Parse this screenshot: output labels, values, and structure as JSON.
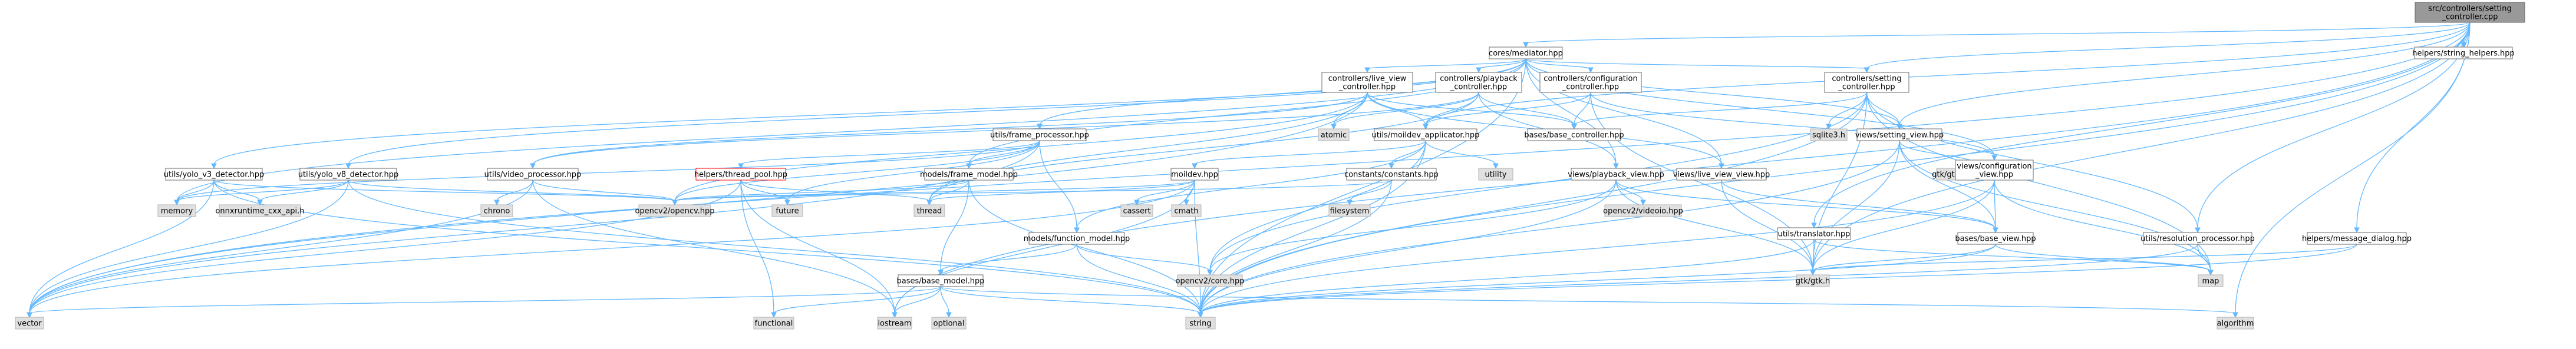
{
  "diagram": {
    "kind": "include dependency graph",
    "colors": {
      "edge": "#63b8ff",
      "root_fill": "#999999",
      "system_fill": "#e0e0e0",
      "file_fill": "#ffffff",
      "warn_border": "#ff0000"
    },
    "nodes": [
      {
        "id": "root",
        "lines": [
          "src/controllers/setting",
          "_controller.cpp"
        ],
        "kind": "root"
      },
      {
        "id": "cores_mediator",
        "lines": [
          "cores/mediator.hpp"
        ],
        "kind": "file"
      },
      {
        "id": "helpers_string",
        "lines": [
          "helpers/string_helpers.hpp"
        ],
        "kind": "file"
      },
      {
        "id": "ctrl_live",
        "lines": [
          "controllers/live_view",
          "_controller.hpp"
        ],
        "kind": "file"
      },
      {
        "id": "ctrl_playback",
        "lines": [
          "controllers/playback",
          "_controller.hpp"
        ],
        "kind": "file"
      },
      {
        "id": "ctrl_config",
        "lines": [
          "controllers/configuration",
          "_controller.hpp"
        ],
        "kind": "file"
      },
      {
        "id": "ctrl_setting",
        "lines": [
          "controllers/setting",
          "_controller.hpp"
        ],
        "kind": "file"
      },
      {
        "id": "utils_frame_proc",
        "lines": [
          "utils/frame_processor.hpp"
        ],
        "kind": "file"
      },
      {
        "id": "atomic",
        "lines": [
          "atomic"
        ],
        "kind": "sys"
      },
      {
        "id": "bases_base_ctrl",
        "lines": [
          "bases/base_controller.hpp"
        ],
        "kind": "file"
      },
      {
        "id": "utils_app",
        "lines": [
          "utils/moildev_applicator.hpp"
        ],
        "kind": "file"
      },
      {
        "id": "sqlite3",
        "lines": [
          "sqlite3.h"
        ],
        "kind": "sys"
      },
      {
        "id": "views_setting",
        "lines": [
          "views/setting_view.hpp"
        ],
        "kind": "file"
      },
      {
        "id": "utils_yolo3",
        "lines": [
          "utils/yolo_v3_detector.hpp"
        ],
        "kind": "file"
      },
      {
        "id": "utils_yolo8",
        "lines": [
          "utils/yolo_v8_detector.hpp"
        ],
        "kind": "file"
      },
      {
        "id": "utils_video",
        "lines": [
          "utils/video_processor.hpp"
        ],
        "kind": "file"
      },
      {
        "id": "helpers_thread",
        "lines": [
          "helpers/thread_pool.hpp"
        ],
        "kind": "warn"
      },
      {
        "id": "models_frame",
        "lines": [
          "models/frame_model.hpp"
        ],
        "kind": "file"
      },
      {
        "id": "moildev",
        "lines": [
          "moildev.hpp"
        ],
        "kind": "file"
      },
      {
        "id": "constants",
        "lines": [
          "constants/constants.hpp"
        ],
        "kind": "file"
      },
      {
        "id": "utility",
        "lines": [
          "utility"
        ],
        "kind": "sys"
      },
      {
        "id": "views_playback",
        "lines": [
          "views/playback_view.hpp"
        ],
        "kind": "file"
      },
      {
        "id": "views_live",
        "lines": [
          "views/live_view_view.hpp"
        ],
        "kind": "file"
      },
      {
        "id": "gtk_combo",
        "lines": [
          "gtk/gtkcomboboxtext.h"
        ],
        "kind": "sys"
      },
      {
        "id": "views_config",
        "lines": [
          "views/configuration",
          "_view.hpp"
        ],
        "kind": "file"
      },
      {
        "id": "memory",
        "lines": [
          "memory"
        ],
        "kind": "sys"
      },
      {
        "id": "onnx",
        "lines": [
          "onnxruntime_cxx_api.h"
        ],
        "kind": "sys"
      },
      {
        "id": "chrono",
        "lines": [
          "chrono"
        ],
        "kind": "sys"
      },
      {
        "id": "opencv",
        "lines": [
          "opencv2/opencv.hpp"
        ],
        "kind": "sys"
      },
      {
        "id": "future",
        "lines": [
          "future"
        ],
        "kind": "sys"
      },
      {
        "id": "thread",
        "lines": [
          "thread"
        ],
        "kind": "sys"
      },
      {
        "id": "cassert",
        "lines": [
          "cassert"
        ],
        "kind": "sys"
      },
      {
        "id": "cmath",
        "lines": [
          "cmath"
        ],
        "kind": "sys"
      },
      {
        "id": "filesystem",
        "lines": [
          "filesystem"
        ],
        "kind": "sys"
      },
      {
        "id": "opencv_videoio",
        "lines": [
          "opencv2/videoio.hpp"
        ],
        "kind": "sys"
      },
      {
        "id": "models_function",
        "lines": [
          "models/function_model.hpp"
        ],
        "kind": "file"
      },
      {
        "id": "utils_translator",
        "lines": [
          "utils/translator.hpp"
        ],
        "kind": "file"
      },
      {
        "id": "bases_base_view",
        "lines": [
          "bases/base_view.hpp"
        ],
        "kind": "file"
      },
      {
        "id": "utils_resolution",
        "lines": [
          "utils/resolution_processor.hpp"
        ],
        "kind": "file"
      },
      {
        "id": "helpers_msg",
        "lines": [
          "helpers/message_dialog.hpp"
        ],
        "kind": "file"
      },
      {
        "id": "bases_base_model",
        "lines": [
          "bases/base_model.hpp"
        ],
        "kind": "file"
      },
      {
        "id": "opencv_core",
        "lines": [
          "opencv2/core.hpp"
        ],
        "kind": "sys"
      },
      {
        "id": "gtk",
        "lines": [
          "gtk/gtk.h"
        ],
        "kind": "sys"
      },
      {
        "id": "map",
        "lines": [
          "map"
        ],
        "kind": "sys"
      },
      {
        "id": "vector",
        "lines": [
          "vector"
        ],
        "kind": "sys"
      },
      {
        "id": "functional",
        "lines": [
          "functional"
        ],
        "kind": "sys"
      },
      {
        "id": "iostream",
        "lines": [
          "iostream"
        ],
        "kind": "sys"
      },
      {
        "id": "optional",
        "lines": [
          "optional"
        ],
        "kind": "sys"
      },
      {
        "id": "string",
        "lines": [
          "string"
        ],
        "kind": "sys"
      },
      {
        "id": "algorithm",
        "lines": [
          "algorithm"
        ],
        "kind": "sys"
      }
    ],
    "edges": [
      [
        "root",
        "cores_mediator"
      ],
      [
        "root",
        "helpers_string"
      ],
      [
        "root",
        "ctrl_setting"
      ],
      [
        "root",
        "views_setting"
      ],
      [
        "root",
        "utils_translator"
      ],
      [
        "root",
        "helpers_msg"
      ],
      [
        "root",
        "utils_resolution"
      ],
      [
        "root",
        "gtk"
      ],
      [
        "root",
        "string"
      ],
      [
        "root",
        "vector"
      ],
      [
        "root",
        "iostream"
      ],
      [
        "root",
        "algorithm"
      ],
      [
        "root",
        "utils_app"
      ],
      [
        "cores_mediator",
        "ctrl_live"
      ],
      [
        "cores_mediator",
        "ctrl_playback"
      ],
      [
        "cores_mediator",
        "ctrl_config"
      ],
      [
        "cores_mediator",
        "ctrl_setting"
      ],
      [
        "cores_mediator",
        "utils_frame_proc"
      ],
      [
        "cores_mediator",
        "utils_yolo3"
      ],
      [
        "cores_mediator",
        "utils_yolo8"
      ],
      [
        "cores_mediator",
        "views_live"
      ],
      [
        "cores_mediator",
        "views_playback"
      ],
      [
        "cores_mediator",
        "views_setting"
      ],
      [
        "cores_mediator",
        "views_config"
      ],
      [
        "cores_mediator",
        "models_frame"
      ],
      [
        "cores_mediator",
        "memory"
      ],
      [
        "cores_mediator",
        "string"
      ],
      [
        "ctrl_live",
        "atomic"
      ],
      [
        "ctrl_live",
        "bases_base_ctrl"
      ],
      [
        "ctrl_live",
        "utils_app"
      ],
      [
        "ctrl_live",
        "views_live"
      ],
      [
        "ctrl_live",
        "utils_video"
      ],
      [
        "ctrl_live",
        "thread"
      ],
      [
        "ctrl_live",
        "opencv"
      ],
      [
        "ctrl_live",
        "vector"
      ],
      [
        "ctrl_playback",
        "atomic"
      ],
      [
        "ctrl_playback",
        "bases_base_ctrl"
      ],
      [
        "ctrl_playback",
        "utils_app"
      ],
      [
        "ctrl_playback",
        "views_playback"
      ],
      [
        "ctrl_playback",
        "utils_video"
      ],
      [
        "ctrl_playback",
        "thread"
      ],
      [
        "ctrl_config",
        "bases_base_ctrl"
      ],
      [
        "ctrl_config",
        "utils_app"
      ],
      [
        "ctrl_config",
        "views_config"
      ],
      [
        "ctrl_config",
        "gtk"
      ],
      [
        "ctrl_setting",
        "bases_base_ctrl"
      ],
      [
        "ctrl_setting",
        "sqlite3"
      ],
      [
        "ctrl_setting",
        "views_setting"
      ],
      [
        "ctrl_setting",
        "utils_resolution"
      ],
      [
        "ctrl_setting",
        "gtk"
      ],
      [
        "ctrl_setting",
        "map"
      ],
      [
        "ctrl_setting",
        "string"
      ],
      [
        "ctrl_setting",
        "opencv_core"
      ],
      [
        "utils_frame_proc",
        "helpers_thread"
      ],
      [
        "utils_frame_proc",
        "models_frame"
      ],
      [
        "utils_frame_proc",
        "models_function"
      ],
      [
        "utils_frame_proc",
        "opencv"
      ],
      [
        "utils_frame_proc",
        "future"
      ],
      [
        "utils_frame_proc",
        "vector"
      ],
      [
        "utils_frame_proc",
        "memory"
      ],
      [
        "utils_app",
        "moildev"
      ],
      [
        "utils_app",
        "constants"
      ],
      [
        "utils_app",
        "utility"
      ],
      [
        "utils_app",
        "opencv_core"
      ],
      [
        "utils_app",
        "models_function"
      ],
      [
        "utils_app",
        "string"
      ],
      [
        "views_setting",
        "gtk_combo"
      ],
      [
        "views_setting",
        "bases_base_view"
      ],
      [
        "views_setting",
        "gtk"
      ],
      [
        "views_setting",
        "map"
      ],
      [
        "views_setting",
        "string"
      ],
      [
        "utils_yolo3",
        "memory"
      ],
      [
        "utils_yolo3",
        "opencv"
      ],
      [
        "utils_yolo3",
        "onnx"
      ],
      [
        "utils_yolo3",
        "vector"
      ],
      [
        "utils_yolo3",
        "string"
      ],
      [
        "utils_yolo8",
        "memory"
      ],
      [
        "utils_yolo8",
        "opencv"
      ],
      [
        "utils_yolo8",
        "onnx"
      ],
      [
        "utils_yolo8",
        "vector"
      ],
      [
        "utils_yolo8",
        "string"
      ],
      [
        "utils_video",
        "chrono"
      ],
      [
        "utils_video",
        "opencv"
      ],
      [
        "utils_video",
        "vector"
      ],
      [
        "utils_video",
        "iostream"
      ],
      [
        "helpers_thread",
        "future"
      ],
      [
        "helpers_thread",
        "thread"
      ],
      [
        "helpers_thread",
        "functional"
      ],
      [
        "helpers_thread",
        "vector"
      ],
      [
        "helpers_thread",
        "iostream"
      ],
      [
        "models_frame",
        "bases_base_model"
      ],
      [
        "models_frame",
        "opencv"
      ],
      [
        "models_frame",
        "thread"
      ],
      [
        "models_frame",
        "string"
      ],
      [
        "moildev",
        "cassert"
      ],
      [
        "moildev",
        "cmath"
      ],
      [
        "moildev",
        "thread"
      ],
      [
        "moildev",
        "string"
      ],
      [
        "moildev",
        "vector"
      ],
      [
        "moildev",
        "iostream"
      ],
      [
        "moildev",
        "opencv"
      ],
      [
        "constants",
        "filesystem"
      ],
      [
        "constants",
        "string"
      ],
      [
        "constants",
        "opencv"
      ],
      [
        "views_playback",
        "opencv_videoio"
      ],
      [
        "views_playback",
        "bases_base_view"
      ],
      [
        "views_playback",
        "gtk"
      ],
      [
        "views_playback",
        "opencv_core"
      ],
      [
        "views_playback",
        "string"
      ],
      [
        "views_live",
        "bases_base_view"
      ],
      [
        "views_live",
        "gtk"
      ],
      [
        "views_config",
        "bases_base_view"
      ],
      [
        "views_config",
        "gtk"
      ],
      [
        "views_config",
        "map"
      ],
      [
        "views_config",
        "string"
      ],
      [
        "models_function",
        "bases_base_model"
      ],
      [
        "models_function",
        "opencv_core"
      ],
      [
        "models_function",
        "string"
      ],
      [
        "utils_translator",
        "gtk"
      ],
      [
        "utils_translator",
        "string"
      ],
      [
        "utils_translator",
        "map"
      ],
      [
        "bases_base_view",
        "gtk"
      ],
      [
        "bases_base_view",
        "map"
      ],
      [
        "bases_base_view",
        "string"
      ],
      [
        "utils_resolution",
        "string"
      ],
      [
        "utils_resolution",
        "map"
      ],
      [
        "helpers_msg",
        "gtk"
      ],
      [
        "helpers_msg",
        "string"
      ],
      [
        "bases_base_model",
        "functional"
      ],
      [
        "bases_base_model",
        "iostream"
      ],
      [
        "bases_base_model",
        "optional"
      ],
      [
        "bases_base_model",
        "string"
      ],
      [
        "bases_base_model",
        "vector"
      ],
      [
        "bases_base_model",
        "algorithm"
      ]
    ]
  }
}
